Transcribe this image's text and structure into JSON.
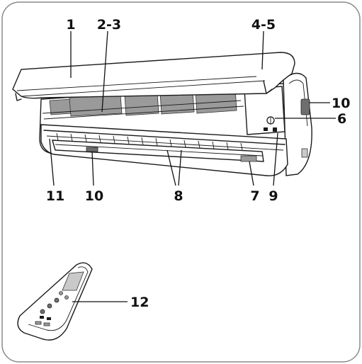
{
  "callouts": [
    {
      "id": "c1",
      "text": "1"
    },
    {
      "id": "c2",
      "text": "2-3"
    },
    {
      "id": "c3",
      "text": "4-5"
    },
    {
      "id": "c4",
      "text": "10"
    },
    {
      "id": "c5",
      "text": "6"
    },
    {
      "id": "c6",
      "text": "11"
    },
    {
      "id": "c7",
      "text": "10"
    },
    {
      "id": "c8",
      "text": "8"
    },
    {
      "id": "c9",
      "text": "7"
    },
    {
      "id": "c10",
      "text": "9"
    },
    {
      "id": "c11",
      "text": "12"
    }
  ],
  "colors": {
    "outline": "#1a1a1a",
    "filter_grey": "#9a9a9a",
    "frame_border": "#8a8a8a"
  }
}
